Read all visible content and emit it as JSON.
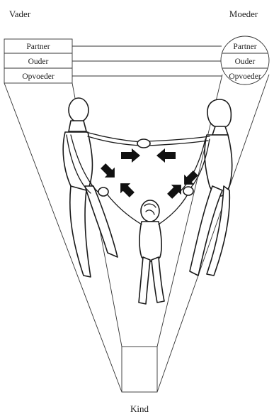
{
  "father": {
    "title": "Vader",
    "roles": [
      "Partner",
      "Ouder",
      "Opvoeder"
    ]
  },
  "mother": {
    "title": "Moeder",
    "roles": [
      "Partner",
      "Ouder",
      "Opvoeder"
    ]
  },
  "child": {
    "title": "Kind"
  }
}
